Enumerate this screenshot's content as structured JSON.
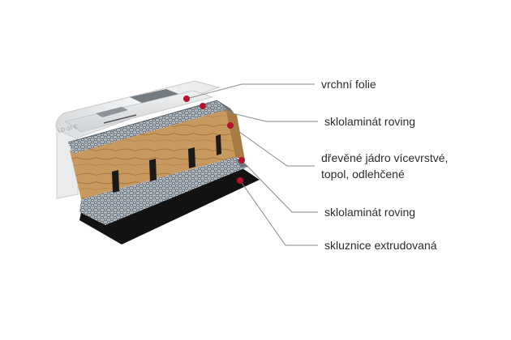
{
  "colors": {
    "marker": "#b5122c",
    "leader": "#8a8a8a",
    "wood": "#c99a5f",
    "glass": "#9aa3ab",
    "base": "#111111"
  },
  "layers": [
    {
      "id": "top-foil",
      "lines": [
        "vrchní folie"
      ]
    },
    {
      "id": "glass-top",
      "lines": [
        "sklolaminát roving"
      ]
    },
    {
      "id": "wood-core",
      "lines": [
        "dřevěné jádro vícevrstvé,",
        "topol, odlehčené"
      ]
    },
    {
      "id": "glass-bot",
      "lines": [
        "sklolaminát roving"
      ]
    },
    {
      "id": "base",
      "lines": [
        "skluznice extrudovaná"
      ]
    }
  ]
}
